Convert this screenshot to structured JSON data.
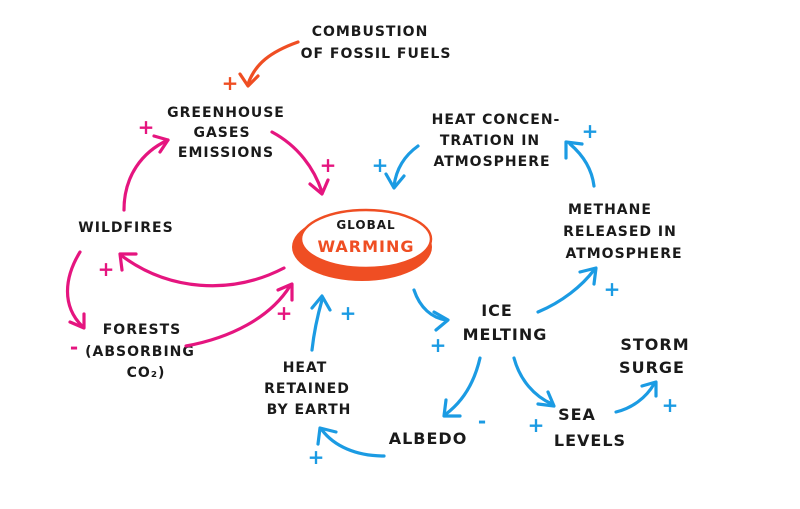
{
  "colors": {
    "orange": "#ef4e23",
    "magenta": "#e5157f",
    "blue": "#1b9be3",
    "ink": "#1a1a1a"
  },
  "center": {
    "line1": "GLOBAL",
    "line2": "WARMING"
  },
  "nodes": {
    "combustion": [
      "COMBUSTION",
      "OF FOSSIL FUELS"
    ],
    "greenhouse": [
      "GREENHOUSE",
      "GASES",
      "EMISSIONS"
    ],
    "wildfires": [
      "WILDFIRES"
    ],
    "forests": [
      "FORESTS",
      "(ABSORBING",
      "CO₂)"
    ],
    "heat_retained": [
      "HEAT",
      "RETAINED",
      "BY EARTH"
    ],
    "albedo": [
      "ALBEDO"
    ],
    "ice": [
      "ICE",
      "MELTING"
    ],
    "sea": [
      "SEA",
      "LEVELS"
    ],
    "storm": [
      "STORM",
      "SURGE"
    ],
    "methane": [
      "METHANE",
      "RELEASED IN",
      "ATMOSPHERE"
    ],
    "heat_conc": [
      "HEAT CONCEN-",
      "TRATION IN",
      "ATMOSPHERE"
    ]
  },
  "signs": {
    "combustion_to_greenhouse": "+",
    "greenhouse_to_warming": "+",
    "wildfires_to_greenhouse": "+",
    "warming_to_wildfires": "+",
    "wildfires_to_forests": "-",
    "forests_to_warming": "+",
    "heat_retained_to_warming": "+",
    "albedo_to_heat_retained": "+",
    "ice_to_albedo": "-",
    "warming_to_ice": "+",
    "ice_to_sea": "+",
    "sea_to_storm": "+",
    "ice_to_methane": "+",
    "methane_to_heat_conc": "+",
    "heat_conc_to_warming": "+"
  }
}
